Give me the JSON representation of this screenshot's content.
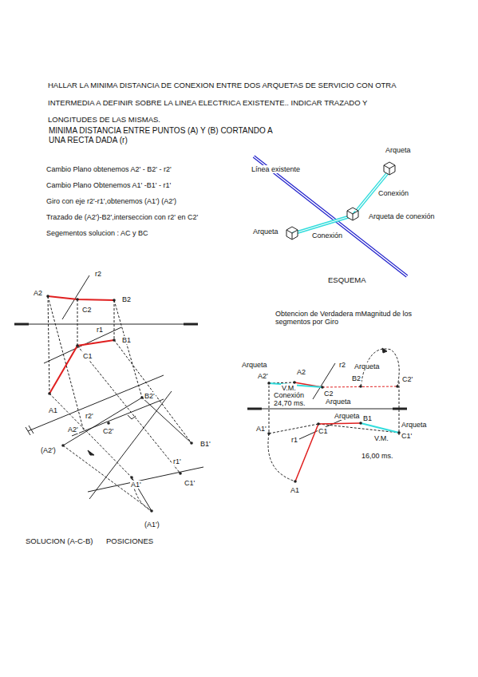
{
  "diagram": {
    "title": "HALLAR LA MINIMA DISTANCIA DE CONEXION ENTRE DOS ARQUETAS DE SERVICIO CON OTRA INTERMEDIA A DEFINIR SOBRE LA LINEA ELECTRICA EXISTENTE.. INDICAR TRAZADO Y LONGITUDES DE LAS MISMAS.",
    "labels": [
      "MINIMA DISTANCIA ENTRE PUNTOS (A) Y (B) CORTANDO A UNA RECTA DADA (r)",
      "Cambio Plano obtenemos A2' - B2' - r2'",
      "Cambio Plano Obtenemos A1' -B1' - r1'",
      "Giro con eje r2'-r1',obtenemos (A1') (A2')",
      "Trazado de (A2')-B2',interseccion con r2' en C2'",
      "Segementos solucion : AC y BC",
      "Línea existente",
      "Arqueta",
      "Conexión",
      "Arqueta de conexión",
      "Arqueta",
      "Conexión",
      "ESQUEMA",
      "r2",
      "A2",
      "C2",
      "B2",
      "r1",
      "B1",
      "C1",
      "A1",
      "B2'",
      "r2'",
      "A2'",
      "C2'",
      "(A2')",
      "B1'",
      "r1'",
      "A1'",
      "C1'",
      "(A1')",
      "SOLUCION (A-C-B)",
      "POSICIONES",
      "Obtencion de Verdadera mMagnitud de los segmentos por Giro",
      "Arqueta",
      "A2'",
      "A2",
      "r2",
      "Arqueta",
      "B2",
      "C2'",
      "V.M.",
      "Conexión",
      "24,70 ms.",
      "C2",
      "Arqueta",
      "Arqueta",
      "B1",
      "Arqueta",
      "A1'",
      "C1",
      "r1",
      "V.M.",
      "C1'",
      "16,00 ms.",
      "A1"
    ]
  }
}
